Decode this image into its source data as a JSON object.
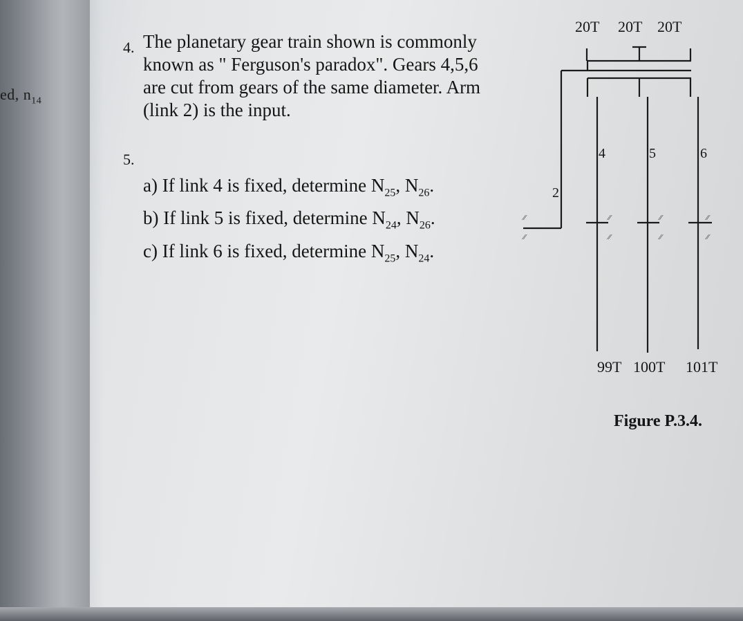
{
  "prev_page": {
    "fragment": "ed, n",
    "sub": "14"
  },
  "problem4": {
    "number": "4.",
    "text": "The planetary gear train shown is commonly known as \" Ferguson's paradox\". Gears 4,5,6 are cut from gears of the same diameter. Arm (link 2) is the input."
  },
  "problem5": {
    "number": "5."
  },
  "parts": [
    {
      "label": "a) If link 4 is fixed, determine N",
      "s1": "25",
      "mid": ", N",
      "s2": "26",
      "end": "."
    },
    {
      "label": "b) If link 5 is fixed, determine N",
      "s1": "24",
      "mid": ", N",
      "s2": "26",
      "end": "."
    },
    {
      "label": "c) If link 6 is fixed, determine N",
      "s1": "25",
      "mid": ", N",
      "s2": "24",
      "end": "."
    }
  ],
  "figure": {
    "top_teeth": [
      "20T",
      "20T",
      "20T"
    ],
    "bottom_teeth": [
      "99T",
      "100T",
      "101T"
    ],
    "link_labels": [
      "2",
      "4",
      "5",
      "6"
    ],
    "caption": "Figure P.3.4."
  }
}
